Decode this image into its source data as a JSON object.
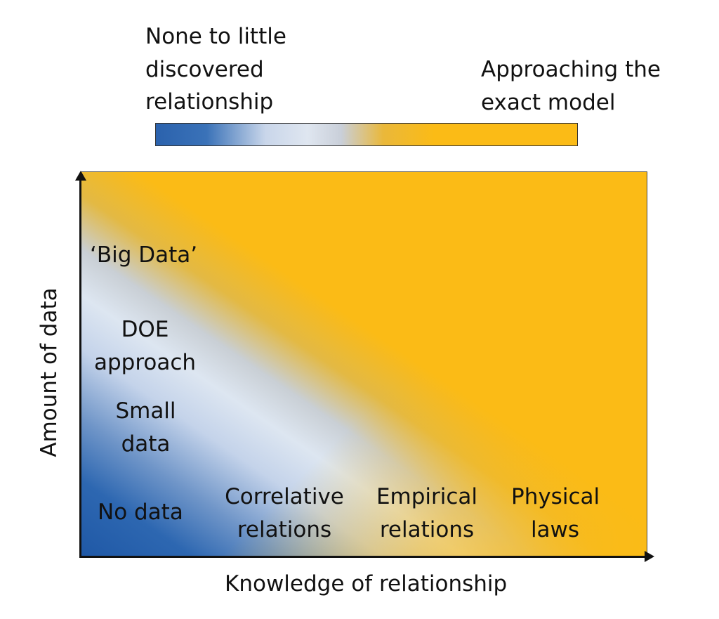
{
  "legend": {
    "left_lines": [
      "None to little",
      "discovered",
      "relationship"
    ],
    "right_lines": [
      "Approaching the",
      "exact model"
    ],
    "colors": {
      "low": "#2b62ad",
      "mid": "#dfe6f0",
      "high": "#fbbb16"
    }
  },
  "axes": {
    "x_title": "Knowledge of relationship",
    "y_title": "Amount of data"
  },
  "data_levels": {
    "big_data": "‘Big Data’",
    "doe": [
      "DOE",
      "approach"
    ],
    "small": [
      "Small",
      "data"
    ],
    "none": "No data"
  },
  "knowledge_levels": {
    "correlative": [
      "Correlative",
      "relations"
    ],
    "empirical": [
      "Empirical",
      "relations"
    ],
    "physical": [
      "Physical",
      "laws"
    ]
  }
}
